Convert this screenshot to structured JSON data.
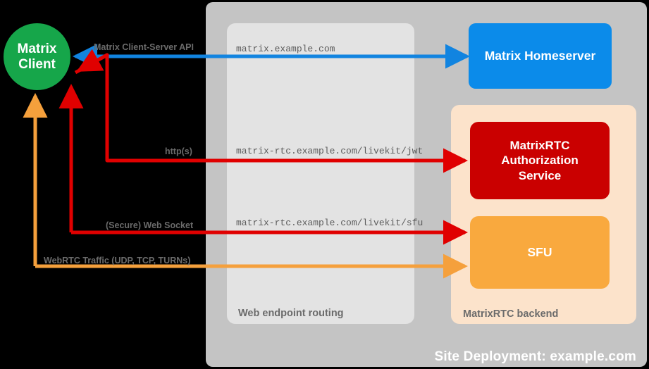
{
  "diagram": {
    "site": {
      "label": "Site Deployment: example.com",
      "color": "#c4c4c4"
    },
    "groups": [
      {
        "name": "web-endpoint-routing",
        "label": "Web endpoint routing",
        "color": "#e3e3e3"
      },
      {
        "name": "matrixrtc-backend",
        "label": "MatrixRTC backend",
        "color": "#fce3cb"
      }
    ],
    "nodes": {
      "client": {
        "label": "Matrix\nClient",
        "line1": "Matrix",
        "line2": "Client",
        "color": "#16a64a",
        "shape": "circle"
      },
      "homeserver": {
        "label": "Matrix Homeserver",
        "color": "#0b8bea",
        "shape": "rounded-rect"
      },
      "auth_service": {
        "label": "MatrixRTC Authorization Service",
        "line1": "MatrixRTC",
        "line2": "Authorization",
        "line3": "Service",
        "color": "#ca0000",
        "shape": "rounded-rect"
      },
      "sfu": {
        "label": "SFU",
        "color": "#f9a93e",
        "shape": "rounded-rect"
      }
    },
    "endpoints": [
      {
        "name": "matrix-endpoint",
        "url": "matrix.example.com"
      },
      {
        "name": "jwt-endpoint",
        "url": "matrix-rtc.example.com/livekit/jwt"
      },
      {
        "name": "sfu-endpoint",
        "url": "matrix-rtc.example.com/livekit/sfu"
      }
    ],
    "flows": [
      {
        "name": "client-server-api",
        "label": "Matrix Client-Server API",
        "color": "#1184e0",
        "direction": "bidirectional"
      },
      {
        "name": "https-flow",
        "label": "http(s)",
        "color": "#e00000",
        "direction": "bidirectional"
      },
      {
        "name": "websocket-flow",
        "label": "(Secure) Web Socket",
        "color": "#e00000",
        "direction": "bidirectional"
      },
      {
        "name": "webrtc-flow",
        "label": "WebRTC Traffic (UDP, TCP, TURNs)",
        "color": "#f5a03c",
        "direction": "bidirectional"
      }
    ]
  }
}
